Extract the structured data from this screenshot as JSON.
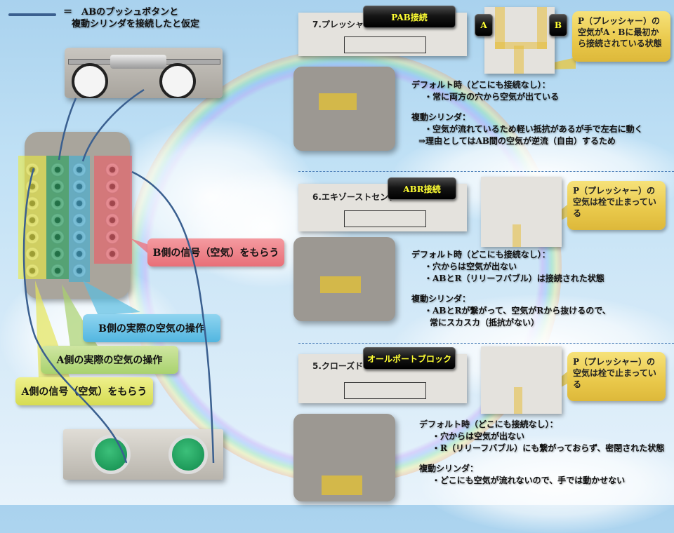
{
  "legend": {
    "line_meaning_line1": "＝　ABのプッシュボタンと",
    "line_meaning_line2": "複動シリンダを接続したと仮定",
    "line_color": "#3a5f8f"
  },
  "left_labels": {
    "b_signal": "B側の信号（空気）をもらう",
    "b_actual": "B側の実際の空気の操作",
    "a_actual": "A側の実際の空気の操作",
    "a_signal": "A側の信号（空気）をもらう"
  },
  "colors": {
    "yellow": "#e8e84a",
    "green": "#2fa36a",
    "blue": "#3fb0d8",
    "red": "#e85a66",
    "callout_gold": "#e9c84a",
    "button_text": "#ffff33"
  },
  "sections": [
    {
      "schematic_title": "7.プレッシャセンタ",
      "badge": "PAB接続",
      "port_a": "A",
      "port_b": "B",
      "callout": "P（プレッシャー）の空気がA・Bに最初から接続されている状態",
      "default_heading": "デフォルト時（どこにも接続なし）：",
      "default_items": [
        "・常に両方の穴から空気が出ている"
      ],
      "cylinder_heading": "複動シリンダ：",
      "cylinder_items": [
        "・空気が流れているため軽い抵抗があるが手で左右に動く",
        "⇒理由としてはAB間の空気が逆流（自由）するため"
      ]
    },
    {
      "schematic_title": "6.エキゾーストセンタ",
      "badge": "ABR接続",
      "callout": "P（プレッシャー）の空気は栓で止まっている",
      "default_heading": "デフォルト時（どこにも接続なし）：",
      "default_items": [
        "・穴からは空気が出ない",
        "・ABとR（リリーフバブル）は接続された状態"
      ],
      "cylinder_heading": "複動シリンダ：",
      "cylinder_items": [
        "・ABとRが繋がって、空気がRから抜けるので、",
        "常にスカスカ（抵抗がない）"
      ]
    },
    {
      "schematic_title": "5.クローズドセンタ",
      "badge": "オールポートブロック",
      "callout": "P（プレッシャー）の空気は栓で止まっている",
      "default_heading": "デフォルト時（どこにも接続なし）：",
      "default_items": [
        "・穴からは空気が出ない",
        "・R（リリーフバブル）にも繋がっておらず、密閉された状態"
      ],
      "cylinder_heading": "複動シリンダ：",
      "cylinder_items": [
        "・どこにも空気が流れないので、手では動かせない"
      ]
    }
  ]
}
